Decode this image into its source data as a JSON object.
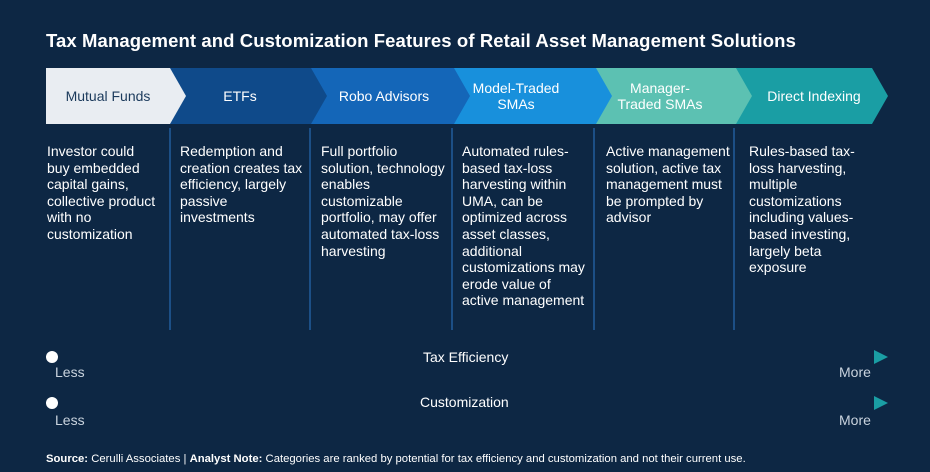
{
  "title": "Tax Management and Customization Features of Retail Asset Management Solutions",
  "columns": [
    {
      "label": "Mutual Funds",
      "color": "#e9edf2",
      "text_color": "#1b3a5c",
      "description": "Investor could buy embedded capital gains, collective product with no customization"
    },
    {
      "label": "ETFs",
      "color": "#0f4a8a",
      "text_color": "#ffffff",
      "description": "Redemption and creation creates tax efficiency, largely passive investments"
    },
    {
      "label": "Robo Advisors",
      "color": "#1466b8",
      "text_color": "#ffffff",
      "description": "Full portfolio solution, technology enables customizable portfolio, may offer automated tax-loss harvesting"
    },
    {
      "label": "Model-Traded SMAs",
      "color": "#1890dc",
      "text_color": "#ffffff",
      "description": "Automated rules-based tax-loss harvesting within UMA, can be optimized across asset classes, additional customizations may erode value of active management"
    },
    {
      "label": "Manager-Traded SMAs",
      "color": "#5cc1b2",
      "text_color": "#ffffff",
      "description": "Active management solution, active tax management must be prompted by advisor"
    },
    {
      "label": "Direct Indexing",
      "color": "#1a9ea4",
      "text_color": "#ffffff",
      "description": "Rules-based tax-loss harvesting, multiple customizations including values-based investing, largely beta exposure"
    }
  ],
  "scales": [
    {
      "label": "Tax Efficiency",
      "low": "Less",
      "high": "More"
    },
    {
      "label": "Customization",
      "low": "Less",
      "high": "More"
    }
  ],
  "footer": {
    "source_label": "Source:",
    "source": "Cerulli Associates",
    "separator": "|",
    "note_label": "Analyst Note:",
    "note": "Categories are ranked by potential for tax efficiency and customization and not their current use."
  }
}
